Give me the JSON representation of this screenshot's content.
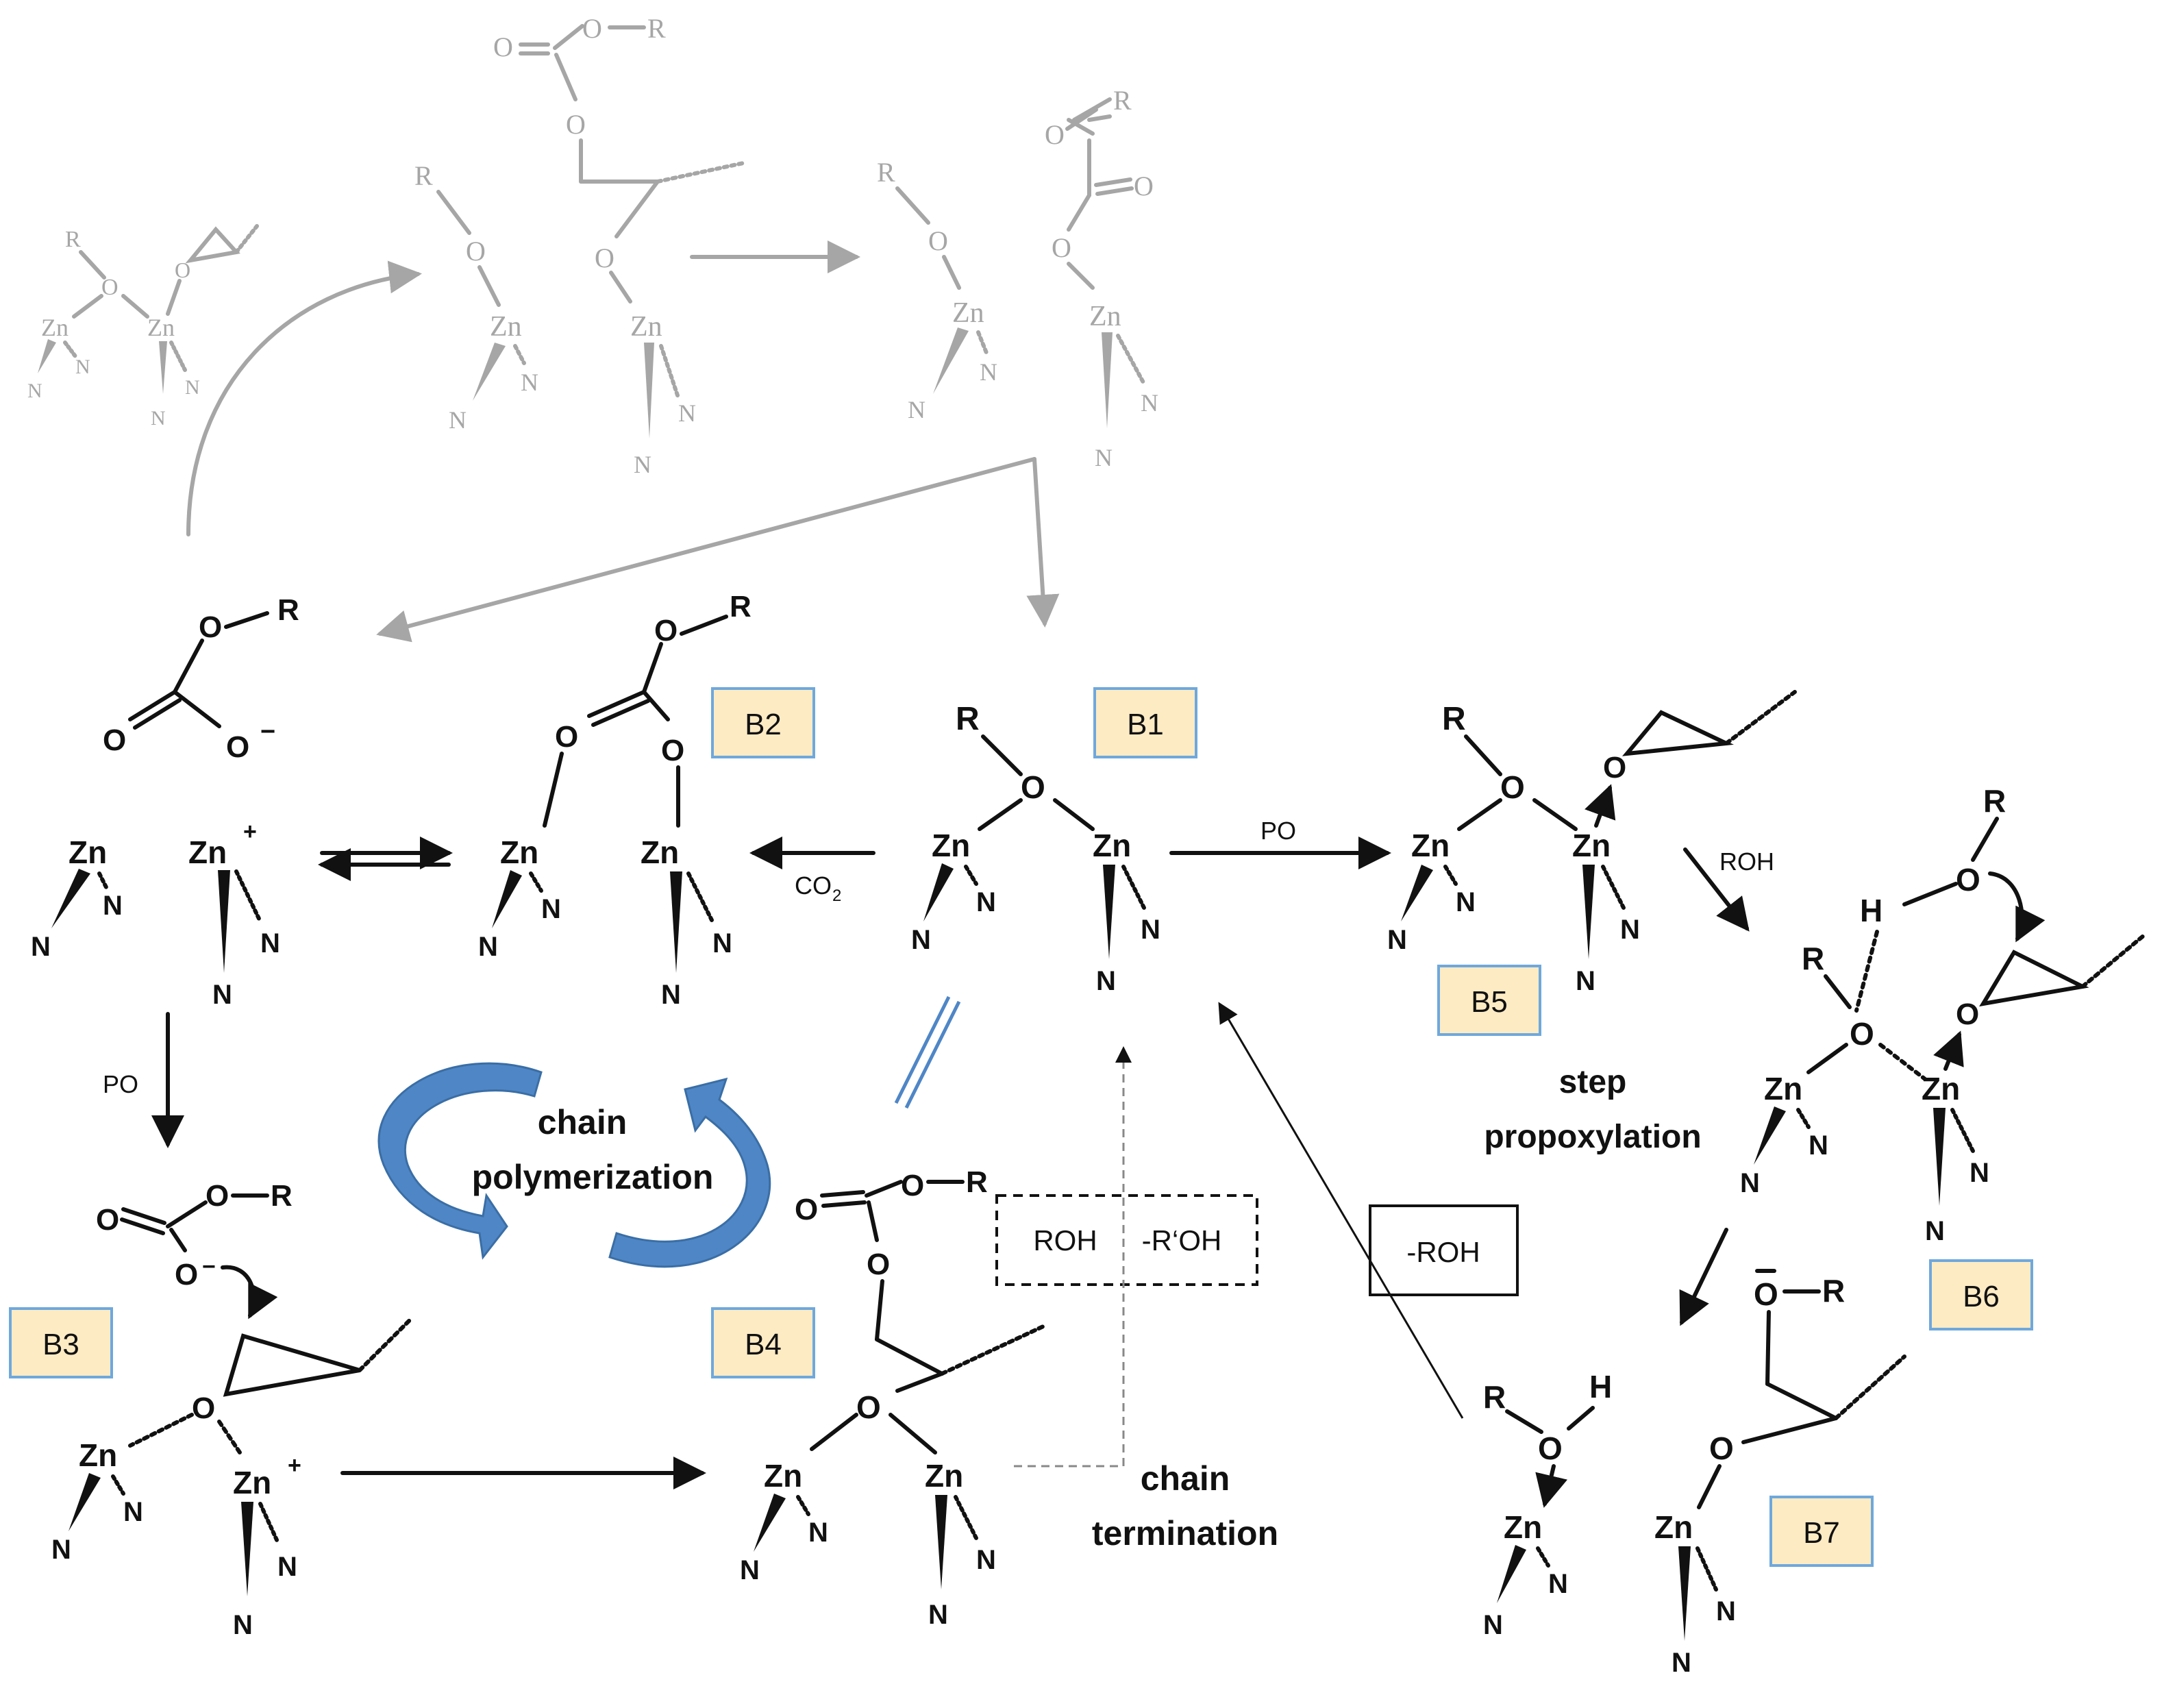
{
  "atoms": {
    "zn": "Zn",
    "n": "N",
    "o": "O",
    "r": "R",
    "h": "H",
    "plus": "+",
    "minus": "−",
    "dash_o": "O"
  },
  "labels": {
    "b1": "B1",
    "b2": "B2",
    "b3": "B3",
    "b4": "B4",
    "b5": "B5",
    "b6": "B6",
    "b7": "B7"
  },
  "reagents": {
    "po": "PO",
    "co2": "CO",
    "co2_sub": "2",
    "roh": "ROH"
  },
  "boxes": {
    "roh": "ROH",
    "r_prime_oh": "-R‘OH",
    "minus_roh": "-ROH"
  },
  "text": {
    "chain": "chain",
    "polymerization": "polymerization",
    "chain2": "chain",
    "termination": "termination",
    "step": "step",
    "propoxylation": "propoxylation"
  },
  "colors": {
    "black": "#111111",
    "gray": "#a6a6a6",
    "label_fill": "#fdebc4",
    "label_border": "#6fa8dc",
    "curved_arrow_blue": "#4f86c6"
  }
}
